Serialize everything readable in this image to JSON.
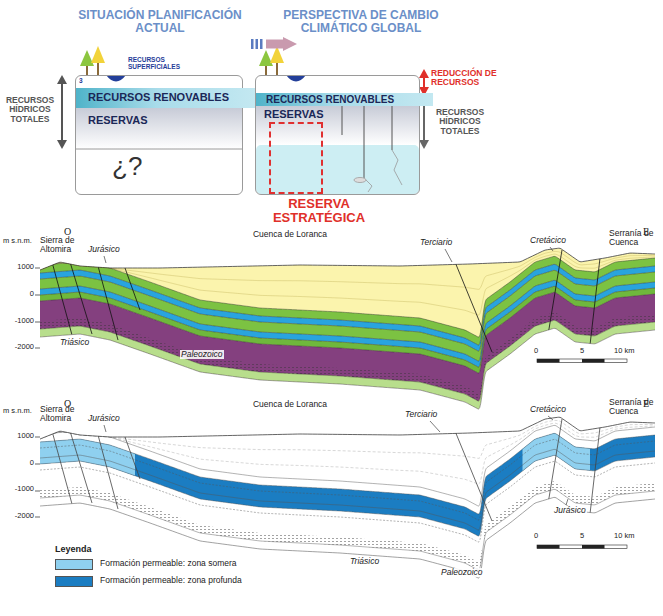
{
  "diagram": {
    "nodes": [
      {
        "text": [
          "SITUACIÓN PLANIFICACIÓN ACTUAL"
        ]
      },
      {
        "text": [
          "RECURSOS RENOVABLES"
        ],
        "in": 0
      },
      {
        "text": [
          "RESERVAS"
        ],
        "in": 0
      },
      {
        "text": [
          "PERSPECTIVA DE CAMBIO CLIMÁTICO GLOBAL"
        ]
      },
      {
        "text": [
          "RECURSOS RENOVABLES"
        ],
        "in": 3
      },
      {
        "text": [
          "RESERVAS"
        ],
        "in": 3
      },
      {
        "text": [
          "RESERVA ESTRATÉGICA"
        ],
        "in": 3
      }
    ],
    "edges": [
      {
        "from": 0,
        "to": 3,
        "arrow": "to"
      }
    ],
    "labels": [
      "RECURSOS SUPERFICIALES",
      "3",
      "¿?",
      "RECURSOS HÍDRICOS TOTALES",
      "REDUCCIÓN DE RECURSOS",
      "RECURSOS HÍDRICOS TOTALES",
      "O",
      "E",
      "m s.n.m.",
      "1000",
      "0",
      "-1000",
      "-2000",
      "Cuenca de Loranca",
      "Terciario",
      "Cretácico",
      "Serranía de Cuenca",
      "Sierra de Altomira",
      "Jurásico",
      "Triásico",
      "Paleozoico",
      "0",
      "5",
      "10 km",
      "O",
      "E",
      "m s.n.m.",
      "1000",
      "0",
      "-1000",
      "-2000",
      "Cuenca de Loranca",
      "Terciario",
      "Cretácico",
      "Serranía de Cuenca",
      "Sierra de Altomira",
      "Jurásico",
      "Jurásico",
      "Triásico",
      "Paleozoico",
      "0",
      "5",
      "10 km",
      "Leyenda"
    ],
    "legend": [
      {
        "text": "Formación permeable: zona somera",
        "color": "#8fd0ef"
      },
      {
        "text": "Formación permeable: zona profunda",
        "color": "#1b7dc2"
      }
    ]
  }
}
